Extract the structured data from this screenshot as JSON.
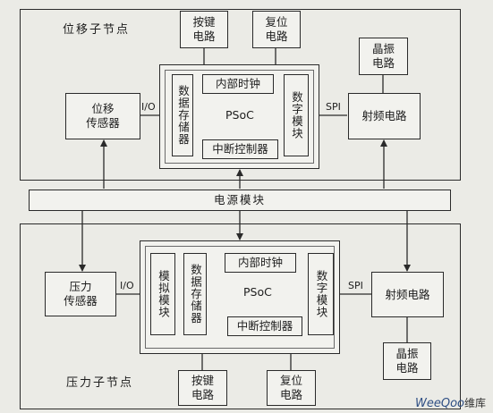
{
  "top_node": {
    "title": "位移子节点",
    "sensor": "位移\n传感器",
    "io_label": "I/O",
    "button": "按键\n电路",
    "reset": "复位\n电路",
    "crystal": "晶振\n电路",
    "rf": "射频电路",
    "spi_label": "SPI",
    "psoc": {
      "name": "PSoC",
      "clock": "内部时钟",
      "interrupt": "中断控制器",
      "storage": "数据存储器",
      "digital": "数字模块"
    }
  },
  "power": {
    "label": "电源模块"
  },
  "bottom_node": {
    "title": "压力子节点",
    "sensor": "压力\n传感器",
    "io_label": "I/O",
    "button": "按键\n电路",
    "reset": "复位\n电路",
    "crystal": "晶振\n电路",
    "rf": "射频电路",
    "spi_label": "SPI",
    "psoc": {
      "name": "PSoC",
      "analog": "模拟模块",
      "storage": "数据存储器",
      "clock": "内部时钟",
      "interrupt": "中断控制器",
      "digital": "数字模块"
    }
  },
  "watermark": {
    "brand": "WeeQoo",
    "suffix": "维库"
  },
  "colors": {
    "line": "#2a2a2a",
    "box_fill": "#f2f2ee",
    "background": "#ebebe6",
    "watermark": "#2f4f84"
  }
}
